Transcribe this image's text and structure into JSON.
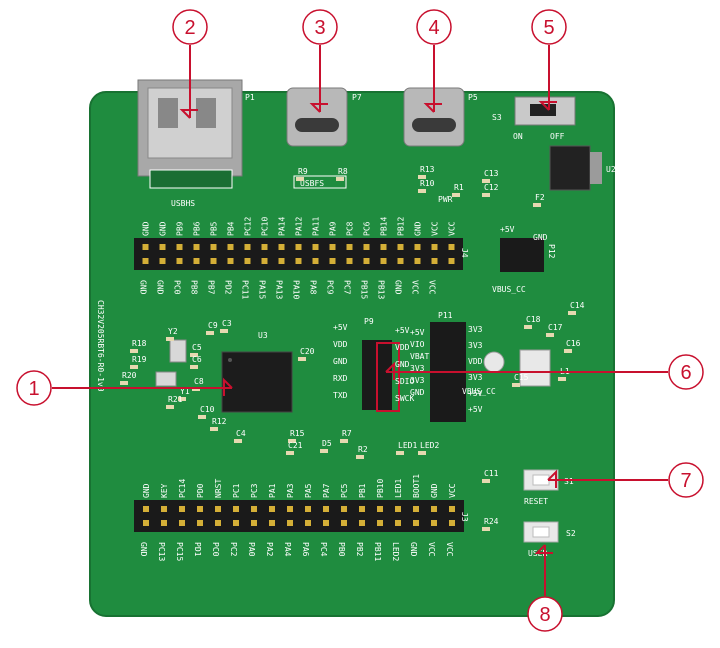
{
  "colors": {
    "pcb": "#1f8c3f",
    "pcb_dark": "#187232",
    "silkscreen": "#ffffff",
    "header_pin": "#1a1a1a",
    "metal": "#b9b9b9",
    "callout": "#c8102e",
    "chip": "#1c1c1c"
  },
  "board": {
    "model": "CH32V205RBT6-R0-1v0",
    "connectors": {
      "usbhs_label": "USBHS",
      "p1": "P1",
      "usbfs_label": "USBFS",
      "p7": "P7",
      "p5": "P5",
      "u2": "U2",
      "u3": "U3",
      "j4": "J4",
      "j3": "J3",
      "p9": "P9",
      "p11": "P11",
      "p12": "P12",
      "s3": "S3"
    },
    "switch": {
      "on": "ON",
      "off": "OFF"
    },
    "pwr_label": "PWR",
    "reset_label": "RESET",
    "user_label": "USER",
    "s1": "S1",
    "s2": "S2",
    "vbus_cc": "VBUS_CC",
    "plus5v": "+5V",
    "gnd": "GND",
    "components": [
      "R9",
      "R8",
      "R10",
      "R13",
      "C13",
      "C12",
      "R1",
      "F2",
      "R18",
      "R19",
      "R20",
      "C5",
      "C6",
      "C8",
      "C9",
      "C3",
      "Y2",
      "Y1",
      "C20",
      "R21",
      "C10",
      "R12",
      "C4",
      "R15",
      "C21",
      "D5",
      "R7",
      "R2",
      "LED1",
      "LED2",
      "C11",
      "R24",
      "C14",
      "C16",
      "C17",
      "C18",
      "C15",
      "L1"
    ],
    "top_header_top_row": [
      "GND",
      "GND",
      "PB9",
      "PB6",
      "PB5",
      "PB4",
      "PC12",
      "PC10",
      "PA14",
      "PA12",
      "PA11",
      "PA9",
      "PC8",
      "PC6",
      "PB14",
      "PB12",
      "GND",
      "VCC",
      "VCC"
    ],
    "top_header_bottom_row": [
      "GND",
      "GND",
      "PC0",
      "PB8",
      "PB7",
      "PD2",
      "PC11",
      "PA15",
      "PA13",
      "PA10",
      "PA8",
      "PC9",
      "PC7",
      "PB15",
      "PB13",
      "GND",
      "VCC",
      "VCC"
    ],
    "bottom_header_top_row": [
      "GND",
      "KEY",
      "PC14",
      "PD0",
      "NRST",
      "PC1",
      "PC3",
      "PA1",
      "PA3",
      "PA5",
      "PA7",
      "PC5",
      "PB1",
      "PB10",
      "LED1",
      "BOOT1",
      "GND",
      "VCC"
    ],
    "bottom_header_bottom_row": [
      "GND",
      "PC13",
      "PC15",
      "PD1",
      "PC0",
      "PC2",
      "PA0",
      "PA2",
      "PA4",
      "PA6",
      "PC4",
      "PB0",
      "PB2",
      "PB11",
      "LED2",
      "GND",
      "VCC",
      "VCC"
    ],
    "p9_labels": [
      "+5V",
      "VDD",
      "GND",
      "RXD",
      "TXD"
    ],
    "p9_right_labels": [
      "+5V",
      "VIO",
      "VBAT",
      "3V3",
      "3V3",
      "GND"
    ],
    "p11_labels": [
      "3V3",
      "3V3",
      "VDD",
      "3V3",
      "+5V",
      "+5V"
    ],
    "p9_mid_labels": [
      "+5V",
      "VDD",
      "GND",
      "SDIO",
      "SWCK"
    ]
  },
  "callouts": [
    {
      "id": "callout-1",
      "label": "1",
      "target": "main-mcu"
    },
    {
      "id": "callout-2",
      "label": "2",
      "target": "usbhs-port"
    },
    {
      "id": "callout-3",
      "label": "3",
      "target": "usbfs-port"
    },
    {
      "id": "callout-4",
      "label": "4",
      "target": "usb-c-p5"
    },
    {
      "id": "callout-5",
      "label": "5",
      "target": "power-switch"
    },
    {
      "id": "callout-6",
      "label": "6",
      "target": "debug-header"
    },
    {
      "id": "callout-7",
      "label": "7",
      "target": "reset-button"
    },
    {
      "id": "callout-8",
      "label": "8",
      "target": "user-button"
    }
  ]
}
